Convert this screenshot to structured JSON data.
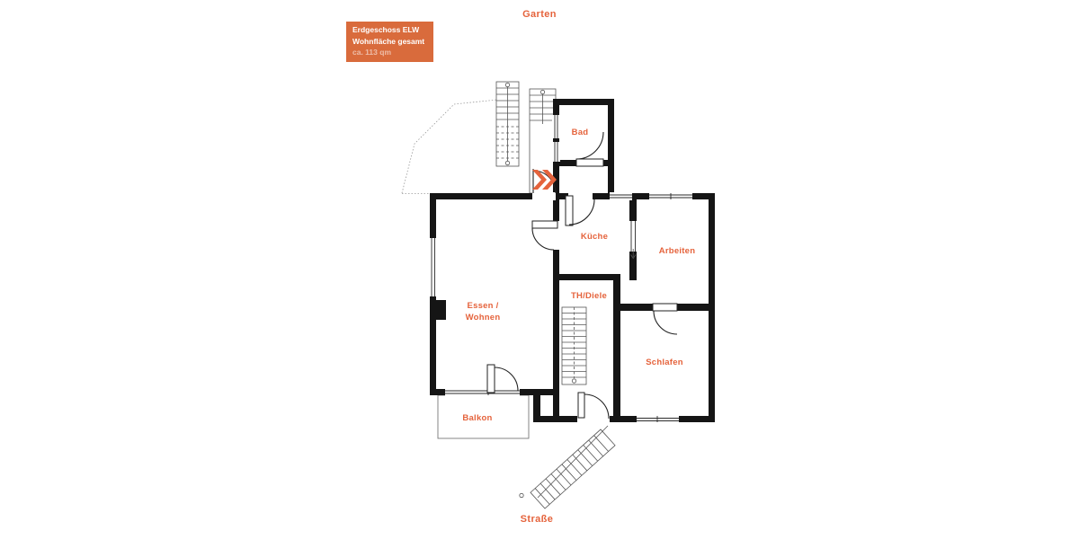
{
  "colors": {
    "accent": "#E5633C",
    "info_box_bg": "#D96B3C",
    "wall": "#151515"
  },
  "info_box": {
    "line1": "Erdgeschoss ELW",
    "line2": "Wohnfläche gesamt",
    "line3": "ca. 113 qm"
  },
  "orientation": {
    "top": "Garten",
    "bottom": "Straße"
  },
  "rooms": {
    "bad": "Bad",
    "kueche": "Küche",
    "arbeiten": "Arbeiten",
    "th_diele": "TH/Diele",
    "essen_line1": "Essen /",
    "essen_line2": "Wohnen",
    "schlafen": "Schlafen",
    "balkon": "Balkon"
  },
  "icons": {
    "entrance": "double-chevron-right-icon"
  }
}
